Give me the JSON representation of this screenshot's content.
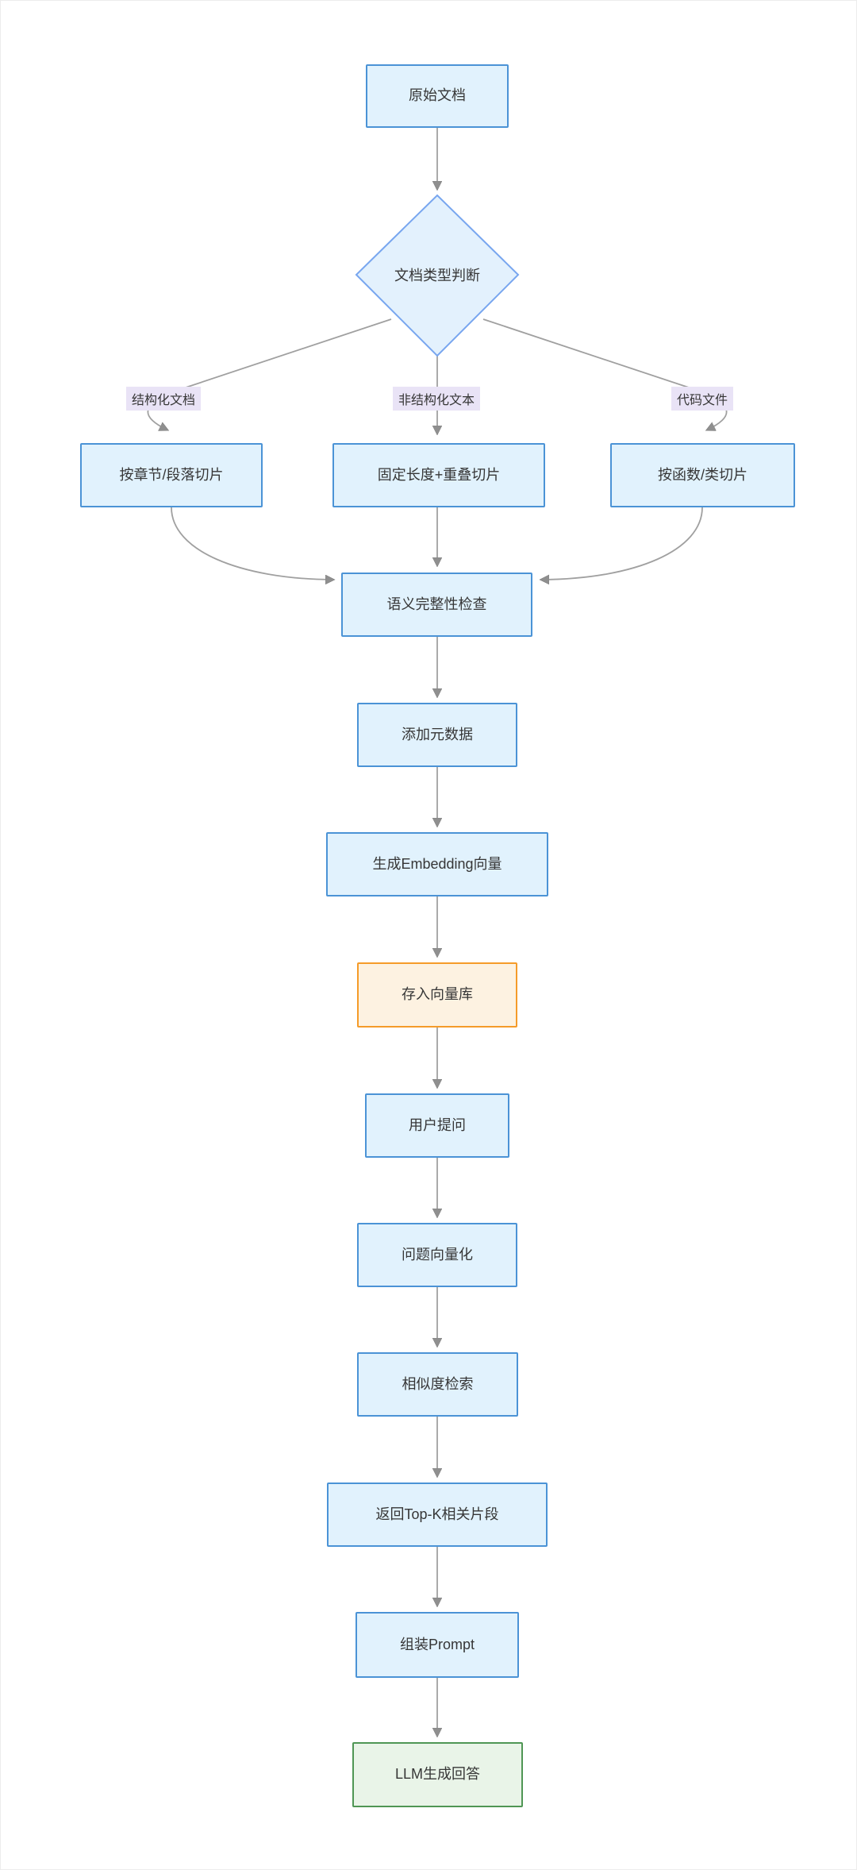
{
  "diagram": {
    "type": "flowchart",
    "direction": "top-down",
    "nodes": [
      {
        "id": "raw-document",
        "label": "原始文档",
        "shape": "rect",
        "color": "blue"
      },
      {
        "id": "doc-type-decision",
        "label": "文档类型判断",
        "shape": "diamond",
        "color": "blue"
      },
      {
        "id": "chapter-slice",
        "label": "按章节/段落切片",
        "shape": "rect",
        "color": "blue"
      },
      {
        "id": "fixed-length-slice",
        "label": "固定长度+重叠切片",
        "shape": "rect",
        "color": "blue"
      },
      {
        "id": "function-slice",
        "label": "按函数/类切片",
        "shape": "rect",
        "color": "blue"
      },
      {
        "id": "semantic-check",
        "label": "语义完整性检查",
        "shape": "rect",
        "color": "blue"
      },
      {
        "id": "add-metadata",
        "label": "添加元数据",
        "shape": "rect",
        "color": "blue"
      },
      {
        "id": "generate-embedding",
        "label": "生成Embedding向量",
        "shape": "rect",
        "color": "blue"
      },
      {
        "id": "vector-store",
        "label": "存入向量库",
        "shape": "rect",
        "color": "orange"
      },
      {
        "id": "user-question",
        "label": "用户提问",
        "shape": "rect",
        "color": "blue"
      },
      {
        "id": "question-vectorize",
        "label": "问题向量化",
        "shape": "rect",
        "color": "blue"
      },
      {
        "id": "similarity-search",
        "label": "相似度检索",
        "shape": "rect",
        "color": "blue"
      },
      {
        "id": "topk-fragments",
        "label": "返回Top-K相关片段",
        "shape": "rect",
        "color": "blue"
      },
      {
        "id": "assemble-prompt",
        "label": "组装Prompt",
        "shape": "rect",
        "color": "blue"
      },
      {
        "id": "llm-answer",
        "label": "LLM生成回答",
        "shape": "rect",
        "color": "green"
      }
    ],
    "edge_labels": [
      {
        "id": "structured",
        "label": "结构化文档"
      },
      {
        "id": "unstructured",
        "label": "非结构化文本"
      },
      {
        "id": "code-file",
        "label": "代码文件"
      }
    ],
    "edges": [
      {
        "from": "raw-document",
        "to": "doc-type-decision",
        "label": ""
      },
      {
        "from": "doc-type-decision",
        "to": "chapter-slice",
        "label": "结构化文档"
      },
      {
        "from": "doc-type-decision",
        "to": "fixed-length-slice",
        "label": "非结构化文本"
      },
      {
        "from": "doc-type-decision",
        "to": "function-slice",
        "label": "代码文件"
      },
      {
        "from": "chapter-slice",
        "to": "semantic-check",
        "label": ""
      },
      {
        "from": "fixed-length-slice",
        "to": "semantic-check",
        "label": ""
      },
      {
        "from": "function-slice",
        "to": "semantic-check",
        "label": ""
      },
      {
        "from": "semantic-check",
        "to": "add-metadata",
        "label": ""
      },
      {
        "from": "add-metadata",
        "to": "generate-embedding",
        "label": ""
      },
      {
        "from": "generate-embedding",
        "to": "vector-store",
        "label": ""
      },
      {
        "from": "vector-store",
        "to": "user-question",
        "label": ""
      },
      {
        "from": "user-question",
        "to": "question-vectorize",
        "label": ""
      },
      {
        "from": "question-vectorize",
        "to": "similarity-search",
        "label": ""
      },
      {
        "from": "similarity-search",
        "to": "topk-fragments",
        "label": ""
      },
      {
        "from": "topk-fragments",
        "to": "assemble-prompt",
        "label": ""
      },
      {
        "from": "assemble-prompt",
        "to": "llm-answer",
        "label": ""
      }
    ],
    "colors": {
      "node_fill_blue": "#e1f2fd",
      "node_border_blue": "#4b93d6",
      "diamond_fill": "#e3f1fd",
      "diamond_border": "#78a6ef",
      "node_fill_orange": "#fdf2e1",
      "node_border_orange": "#f59b29",
      "node_fill_green": "#e9f4e8",
      "node_border_green": "#4f9654",
      "edge_label_bg": "#e9e3f6",
      "edge_line": "#a0a0a0",
      "text": "#363636",
      "background": "#ffffff"
    }
  }
}
